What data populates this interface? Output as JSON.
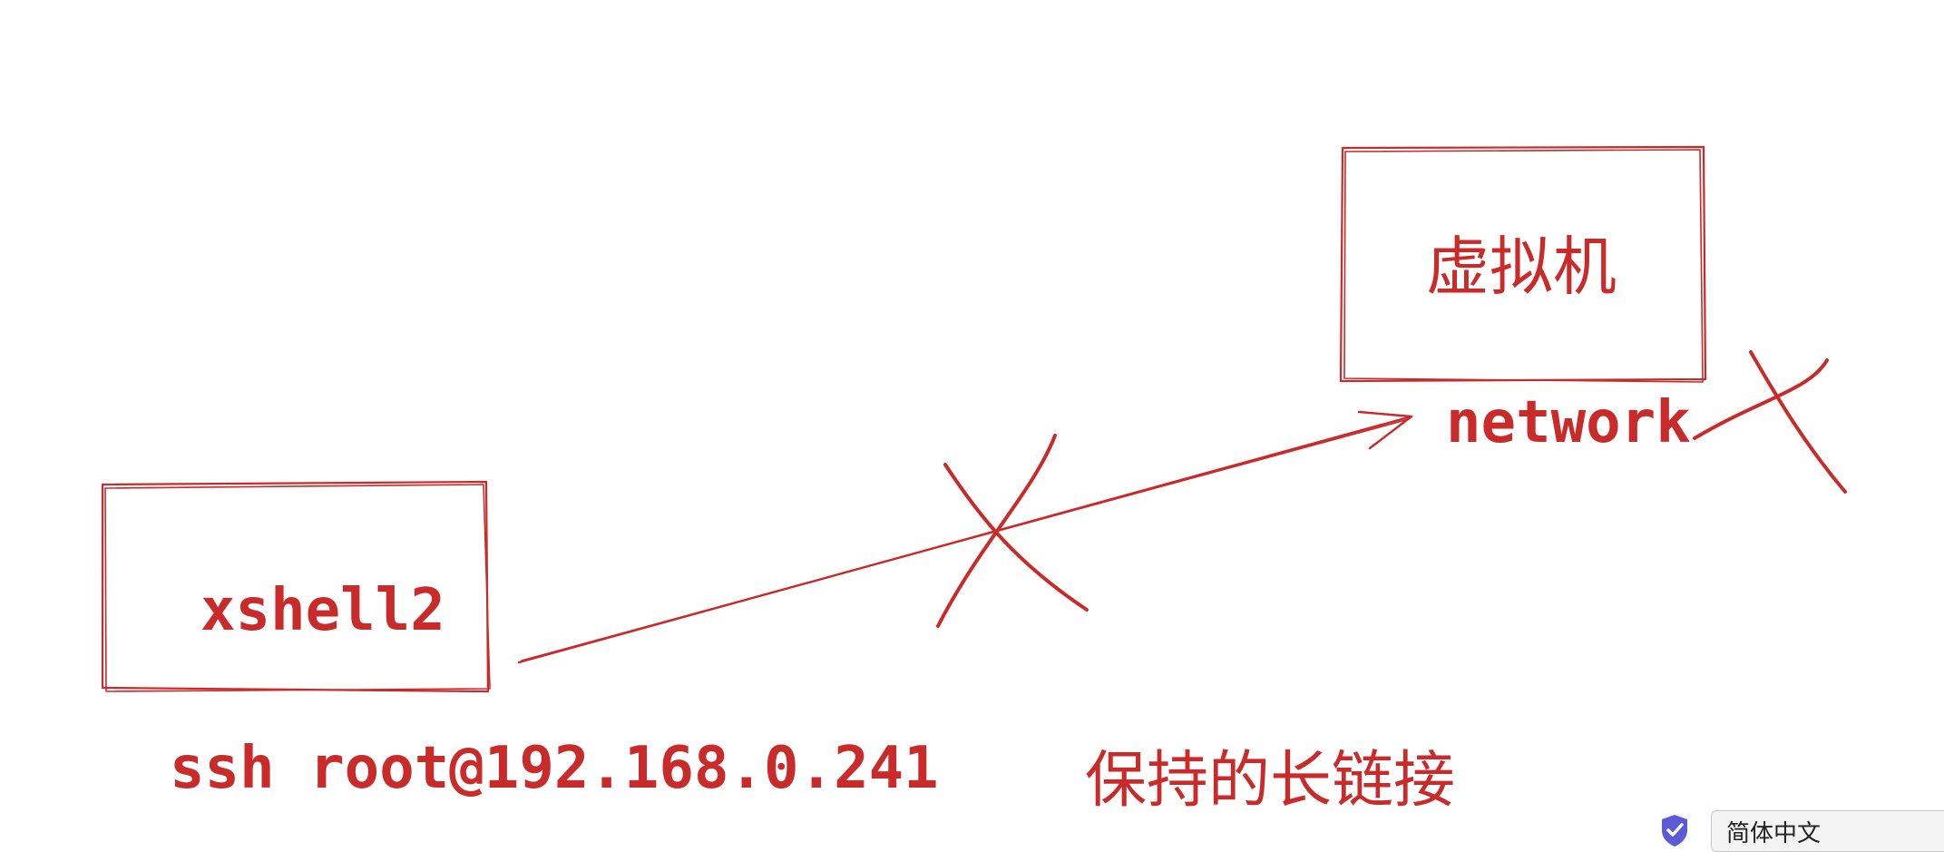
{
  "colors": {
    "stroke": "#c92a2a",
    "shield": "#5b5bd6"
  },
  "nodes": {
    "xshell": {
      "label": "xshell2"
    },
    "vm": {
      "label": "虚拟机"
    }
  },
  "labels": {
    "network": "network",
    "ssh_command": "ssh root@192.168.0.241",
    "long_connection": "保持的长链接"
  },
  "ime": {
    "language": "简体中文",
    "shield_icon": "shield-check-icon"
  }
}
